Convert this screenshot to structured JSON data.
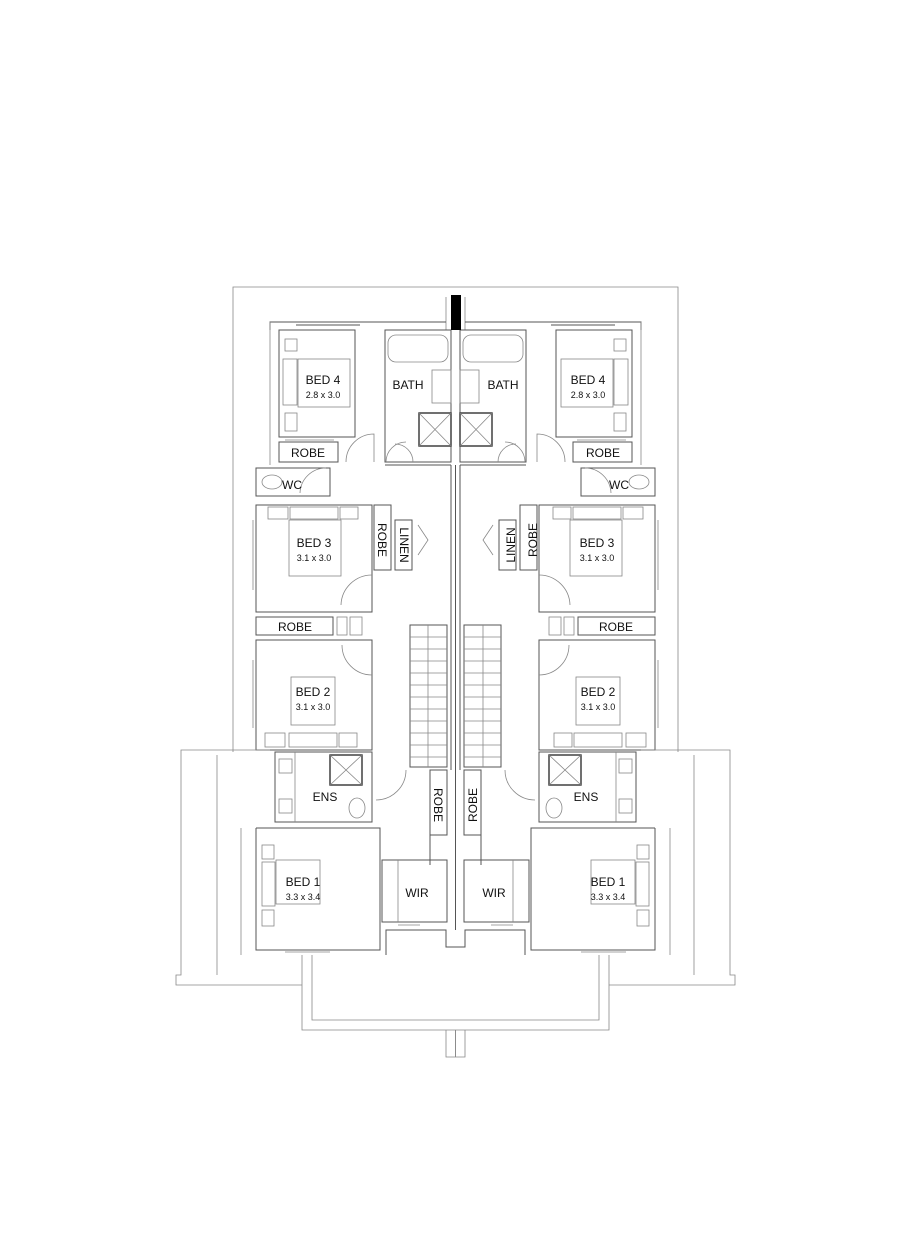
{
  "left_unit": {
    "bed4": {
      "name": "BED 4",
      "size": "2.8 x 3.0"
    },
    "bath": "BATH",
    "robe_bed4": "ROBE",
    "wc": "WC",
    "bed3": {
      "name": "BED 3",
      "size": "3.1 x 3.0"
    },
    "robe_bed3": "ROBE",
    "linen": "LINEN",
    "robe_bed2": "ROBE",
    "bed2": {
      "name": "BED 2",
      "size": "3.1 x 3.0"
    },
    "ens": "ENS",
    "robe_hall": "ROBE",
    "bed1": {
      "name": "BED 1",
      "size": "3.3 x 3.4"
    },
    "wir": "WIR"
  },
  "right_unit": {
    "bed4": {
      "name": "BED 4",
      "size": "2.8 x 3.0"
    },
    "bath": "BATH",
    "robe_bed4": "ROBE",
    "wc": "WC",
    "bed3": {
      "name": "BED 3",
      "size": "3.1 x 3.0"
    },
    "robe_bed3": "ROBE",
    "linen": "LINEN",
    "robe_bed2": "ROBE",
    "bed2": {
      "name": "BED 2",
      "size": "3.1 x 3.0"
    },
    "ens": "ENS",
    "robe_hall": "ROBE",
    "bed1": {
      "name": "BED 1",
      "size": "3.3 x 3.4"
    },
    "wir": "WIR"
  }
}
